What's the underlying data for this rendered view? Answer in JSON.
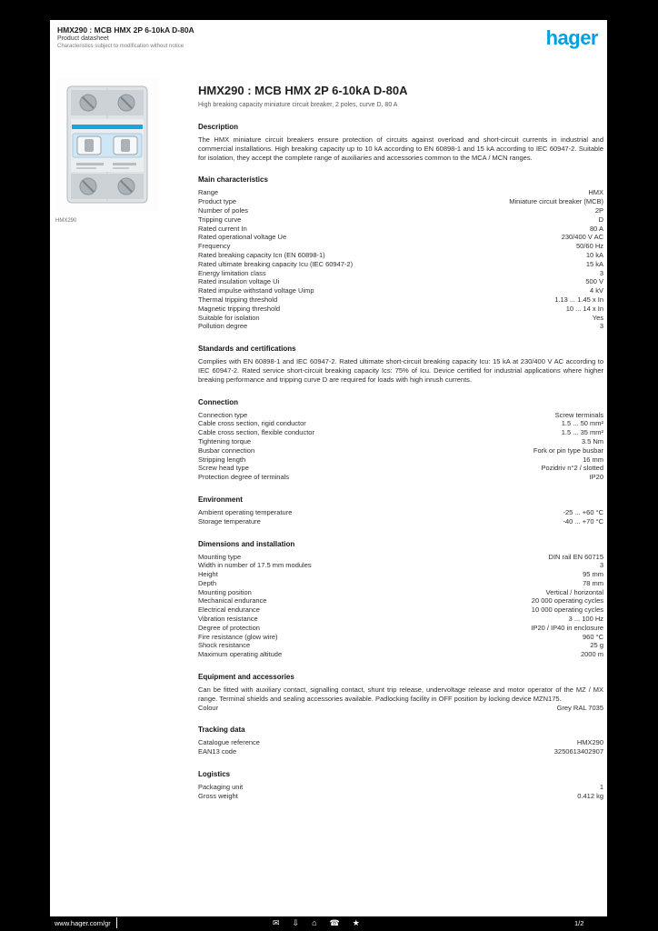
{
  "brand": {
    "logo_text": "hager",
    "color": "#00a0e1"
  },
  "header": {
    "line1": "HMX290 : MCB HMX 2P 6-10kA D-80A",
    "line2": "Product datasheet",
    "line3": "Characteristics subject to modification without notice"
  },
  "image": {
    "caption": "HMX290"
  },
  "content": {
    "title": "HMX290 : MCB HMX 2P 6-10kA D-80A",
    "subtitle": "High breaking capacity miniature circuit breaker, 2 poles, curve D, 80 A",
    "sections": [
      {
        "type": "paragraph",
        "heading": "Description",
        "text": "The HMX miniature circuit breakers ensure protection of circuits against overload and short-circuit currents in industrial and commercial installations. High breaking capacity up to 10 kA according to EN 60898-1 and 15 kA according to IEC 60947-2. Suitable for isolation, they accept the complete range of auxiliaries and accessories common to the MCA / MCN ranges."
      },
      {
        "type": "rows",
        "heading": "Main characteristics",
        "rows": [
          {
            "label": "Range",
            "value": "HMX"
          },
          {
            "label": "Product type",
            "value": "Miniature circuit breaker (MCB)"
          },
          {
            "label": "Number of poles",
            "value": "2P"
          },
          {
            "label": "Tripping curve",
            "value": "D"
          },
          {
            "label": "Rated current In",
            "value": "80 A"
          },
          {
            "label": "Rated operational voltage Ue",
            "value": "230/400 V AC"
          },
          {
            "label": "Frequency",
            "value": "50/60 Hz"
          },
          {
            "label": "Rated breaking capacity Icn (EN 60898-1)",
            "value": "10 kA"
          },
          {
            "label": "Rated ultimate breaking capacity Icu (IEC 60947-2)",
            "value": "15 kA"
          },
          {
            "label": "Energy limitation class",
            "value": "3"
          },
          {
            "label": "Rated insulation voltage Ui",
            "value": "500 V"
          },
          {
            "label": "Rated impulse withstand voltage Uimp",
            "value": "4 kV"
          },
          {
            "label": "Thermal tripping threshold",
            "value": "1.13 ... 1.45 x In"
          },
          {
            "label": "Magnetic tripping threshold",
            "value": "10 ... 14 x In"
          },
          {
            "label": "Suitable for isolation",
            "value": "Yes"
          },
          {
            "label": "Pollution degree",
            "value": "3"
          }
        ]
      },
      {
        "type": "paragraph",
        "heading": "Standards and certifications",
        "text": "Complies with EN 60898-1 and IEC 60947-2. Rated ultimate short-circuit breaking capacity Icu: 15 kA at 230/400 V AC according to IEC 60947-2. Rated service short-circuit breaking capacity Ics: 75% of Icu. Device certified for industrial applications where higher breaking performance and tripping curve D are required for loads with high inrush currents."
      },
      {
        "type": "rows",
        "heading": "Connection",
        "rows": [
          {
            "label": "Connection type",
            "value": "Screw terminals"
          },
          {
            "label": "Cable cross section, rigid conductor",
            "value": "1.5 ... 50 mm²"
          },
          {
            "label": "Cable cross section, flexible conductor",
            "value": "1.5 ... 35 mm²"
          },
          {
            "label": "Tightening torque",
            "value": "3.5 Nm"
          },
          {
            "label": "Busbar connection",
            "value": "Fork or pin type busbar"
          },
          {
            "label": "Stripping length",
            "value": "16 mm"
          },
          {
            "label": "Screw head type",
            "value": "Pozidriv n°2 / slotted"
          },
          {
            "label": "Protection degree of terminals",
            "value": "IP20"
          }
        ]
      },
      {
        "type": "rows",
        "heading": "Environment",
        "rows": [
          {
            "label": "Ambient operating temperature",
            "value": "-25 ... +60 °C"
          },
          {
            "label": "Storage temperature",
            "value": "-40 ... +70 °C"
          }
        ]
      },
      {
        "type": "rows",
        "heading": "Dimensions and installation",
        "rows": [
          {
            "label": "Mounting type",
            "value": "DIN rail EN 60715"
          },
          {
            "label": "Width in number of 17.5 mm modules",
            "value": "3"
          },
          {
            "label": "Height",
            "value": "95 mm"
          },
          {
            "label": "Depth",
            "value": "78 mm"
          },
          {
            "label": "Mounting position",
            "value": "Vertical / horizontal"
          },
          {
            "label": "Mechanical endurance",
            "value": "20 000 operating cycles"
          },
          {
            "label": "Electrical endurance",
            "value": "10 000 operating cycles"
          },
          {
            "label": "Vibration resistance",
            "value": "3 ... 100 Hz"
          },
          {
            "label": "Degree of protection",
            "value": "IP20 / IP40 in enclosure"
          },
          {
            "label": "Fire resistance (glow wire)",
            "value": "960 °C"
          },
          {
            "label": "Shock resistance",
            "value": "25 g"
          },
          {
            "label": "Maximum operating altitude",
            "value": "2000 m"
          }
        ]
      },
      {
        "type": "mixed",
        "heading": "Equipment and accessories",
        "text": "Can be fitted with auxiliary contact, signalling contact, shunt trip release, undervoltage release and motor operator of the MZ / MX range. Terminal shields and sealing accessories available. Padlocking facility in OFF position by locking device MZN175.",
        "rows": [
          {
            "label": "Colour",
            "value": "Grey RAL 7035"
          }
        ]
      },
      {
        "type": "rows",
        "heading": "Tracking data",
        "rows": [
          {
            "label": "Catalogue reference",
            "value": "HMX290"
          },
          {
            "label": "EAN13 code",
            "value": "3250613402907"
          }
        ]
      },
      {
        "type": "rows",
        "heading": "Logistics",
        "rows": [
          {
            "label": "Packaging unit",
            "value": "1"
          },
          {
            "label": "Gross weight",
            "value": "0.412 kg"
          }
        ]
      }
    ]
  },
  "footer": {
    "url": "www.hager.com/gr",
    "icons": [
      {
        "name": "mail-icon",
        "glyph": "✉"
      },
      {
        "name": "download-icon",
        "glyph": "⇩"
      },
      {
        "name": "home-icon",
        "glyph": "⌂"
      },
      {
        "name": "phone-icon",
        "glyph": "☎"
      },
      {
        "name": "star-icon",
        "glyph": "★"
      }
    ],
    "page_number": "1/2"
  }
}
